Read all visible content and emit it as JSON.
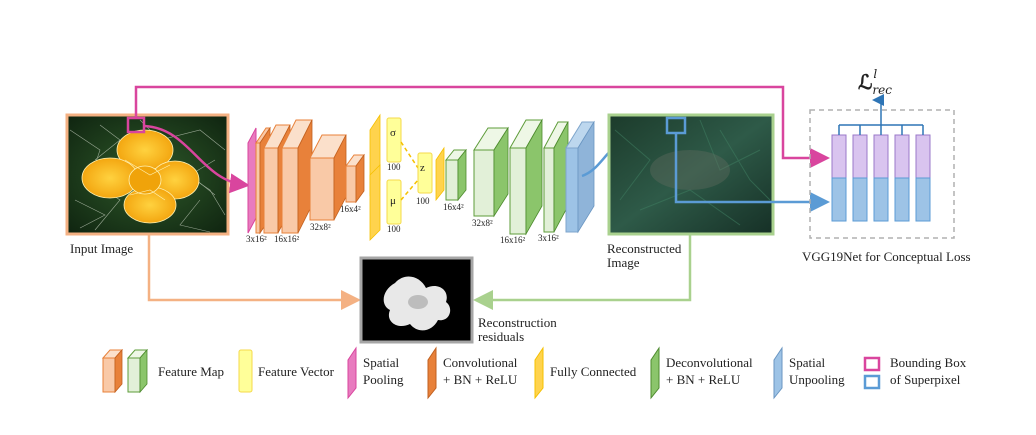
{
  "colors": {
    "orange_fill": "#f9c9a7",
    "orange_stroke": "#e8813a",
    "green_fill": "#e2f0d8",
    "green_stroke": "#5e9c3a",
    "yellow_fill": "#ffff99",
    "yellow_stroke": "#f5d94a",
    "magenta": "#d9459e",
    "blue": "#5b9bd5",
    "purple_fill": "#c8a8e6",
    "light_blue_fill": "#9dc3e6"
  },
  "labels": {
    "input_image": "Input Image",
    "reconstructed_image": "Reconstructed Image",
    "reconstruction_residuals": "Reconstruction residuals",
    "vgg": "VGG19Net for Conceptual Loss",
    "loss_main": "ℒ",
    "loss_sup": "l",
    "loss_sub": "rec"
  },
  "enc_dims": {
    "d1": "3x16²",
    "d2": "16x16²",
    "d3": "32x8²",
    "d4": "16x4²"
  },
  "dec_dims": {
    "d1": "16x4²",
    "d2": "32x8²",
    "d3": "16x16²",
    "d4": "3x16²"
  },
  "latent": {
    "sigma": "σ",
    "mu": "μ",
    "z": "z",
    "n_sigma": "100",
    "n_mu": "100",
    "n_z": "100"
  },
  "legend": {
    "feature_map": "Feature Map",
    "feature_vector": "Feature Vector",
    "spatial_pooling_1": "Spatial",
    "spatial_pooling_2": "Pooling",
    "conv_1": "Convolutional",
    "conv_2": "+ BN + ReLU",
    "fc": "Fully Connected",
    "deconv_1": "Deconvolutional",
    "deconv_2": "+ BN + ReLU",
    "unpool_1": "Spatial",
    "unpool_2": "Unpooling",
    "bbox_1": "Bounding Box",
    "bbox_2": "of Superpixel"
  }
}
